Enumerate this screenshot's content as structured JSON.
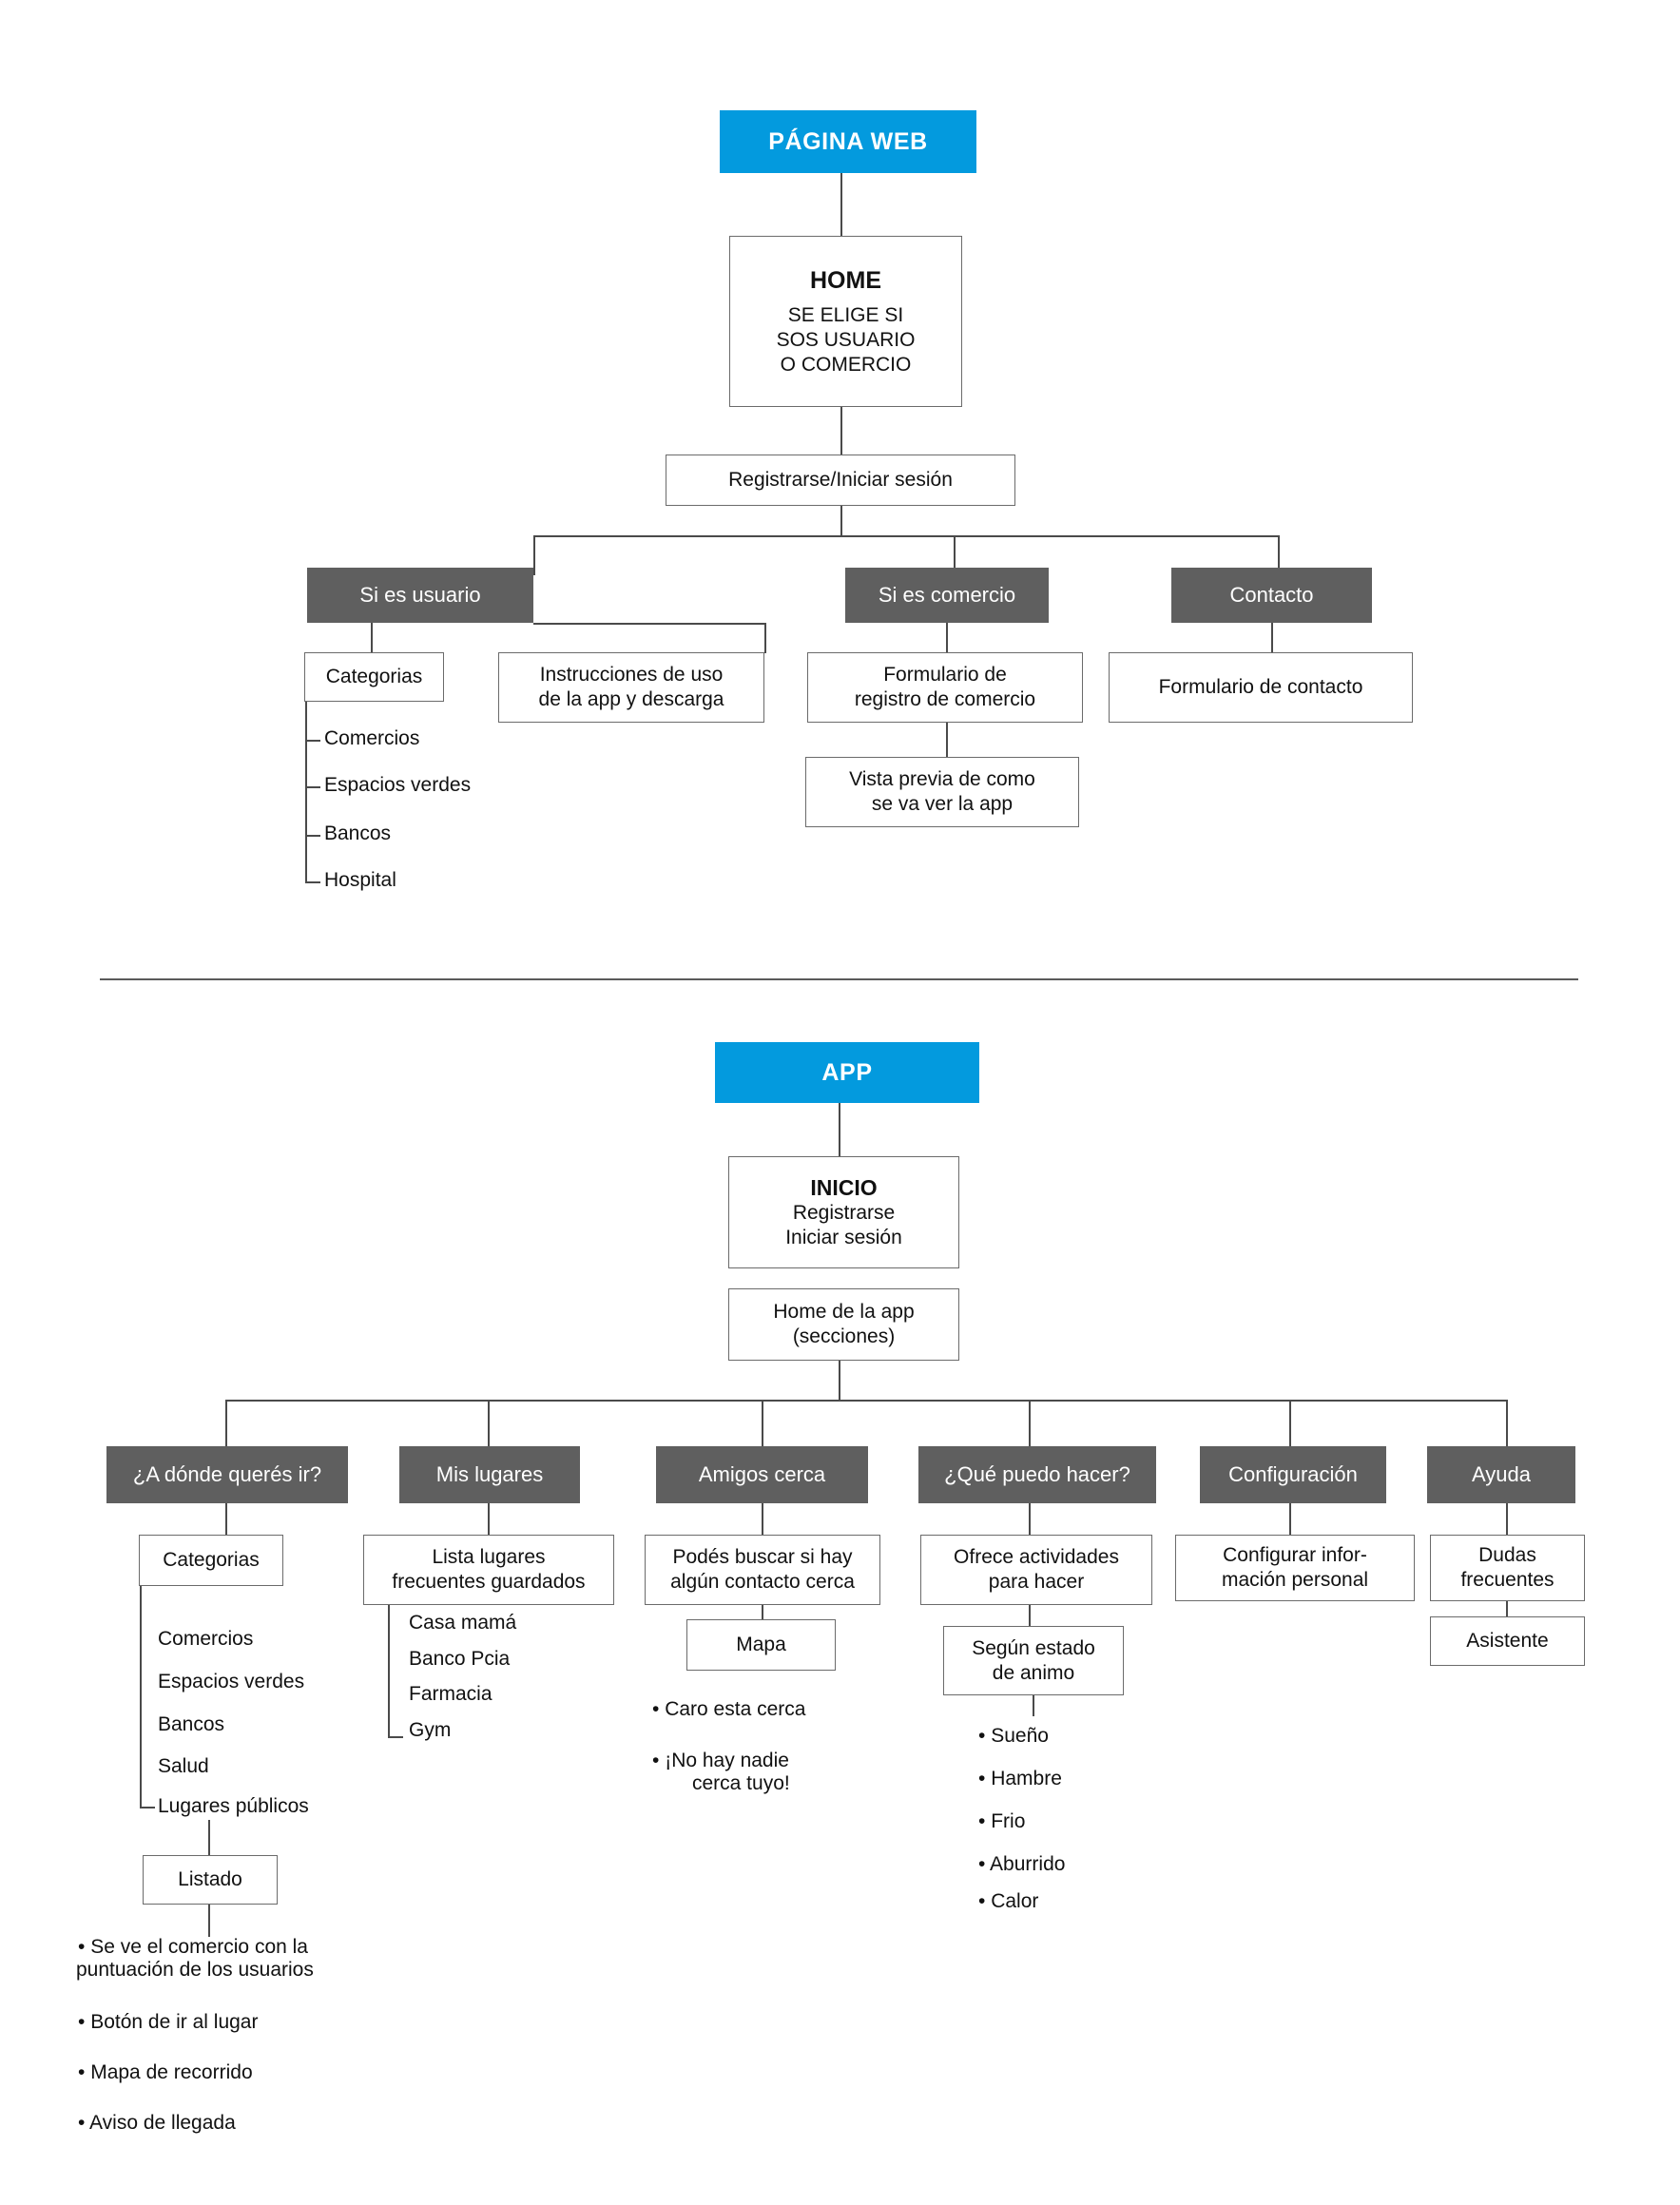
{
  "document": {
    "title": "Mapa de sitio - PAGINA WEB y APP",
    "accent_color": "#039ade",
    "grey_color": "#5f5f5f",
    "line_color": "#4a4a4a",
    "text_color": "#111111"
  },
  "web": {
    "root": "PÁGINA WEB",
    "home": {
      "title": "HOME",
      "line1": "SE ELIGE SI",
      "line2": "SOS USUARIO",
      "line3": "O COMERCIO"
    },
    "auth": "Registrarse/Iniciar sesión",
    "branches": {
      "usuario": "Si es usuario",
      "comercio": "Si es comercio",
      "contacto": "Contacto"
    },
    "usuario": {
      "categorias_box": "Categorias",
      "categorias_items": [
        "Comercios",
        "Espacios verdes",
        "Bancos",
        "Hospital"
      ],
      "instrucciones_l1": "Instrucciones de uso",
      "instrucciones_l2": "de la app y descarga"
    },
    "comercio": {
      "formulario_l1": "Formulario de",
      "formulario_l2": "registro de comercio",
      "vista_l1": "Vista previa de como",
      "vista_l2": "se va ver la app"
    },
    "contacto": {
      "formulario": "Formulario de contacto"
    }
  },
  "app": {
    "root": "APP",
    "inicio": {
      "title": "INICIO",
      "line1": "Registrarse",
      "line2": "Iniciar sesión"
    },
    "home": {
      "line1": "Home de la app",
      "line2": "(secciones)"
    },
    "sections": [
      {
        "label": "¿A dónde querés ir?"
      },
      {
        "label": "Mis lugares"
      },
      {
        "label": "Amigos cerca"
      },
      {
        "label": "¿Qué puedo hacer?"
      },
      {
        "label": "Configuración"
      },
      {
        "label": "Ayuda"
      }
    ],
    "adonde": {
      "categorias_box": "Categorias",
      "categorias_items": [
        "Comercios",
        "Espacios verdes",
        "Bancos",
        "Salud",
        "Lugares públicos"
      ],
      "listado_box": "Listado",
      "listado_bullets": [
        {
          "l1": "Se ve el comercio con la",
          "l2": "puntuación de los usuarios"
        },
        {
          "l1": "Botón de ir al lugar",
          "l2": ""
        },
        {
          "l1": "Mapa de recorrido",
          "l2": ""
        },
        {
          "l1": "Aviso de llegada",
          "l2": ""
        }
      ]
    },
    "mis_lugares": {
      "box_l1": "Lista lugares",
      "box_l2": "frecuentes guardados",
      "items": [
        "Casa mamá",
        "Banco Pcia",
        "Farmacia",
        "Gym"
      ]
    },
    "amigos": {
      "box_l1": "Podés buscar si hay",
      "box_l2": "algún contacto cerca",
      "mapa_box": "Mapa",
      "bullets": [
        {
          "l1": "Caro esta cerca",
          "l2": ""
        },
        {
          "l1": "¡No hay nadie",
          "l2": "cerca tuyo!"
        }
      ]
    },
    "que_hacer": {
      "box_l1": "Ofrece actividades",
      "box_l2": "para hacer",
      "estado_l1": "Según estado",
      "estado_l2": "de animo",
      "bullets": [
        "Sueño",
        "Hambre",
        "Frio",
        "Aburrido",
        "Calor"
      ]
    },
    "configuracion": {
      "box_l1": "Configurar infor-",
      "box_l2": "mación personal"
    },
    "ayuda": {
      "box_l1": "Dudas",
      "box_l2": "frecuentes",
      "asistente": "Asistente"
    }
  }
}
